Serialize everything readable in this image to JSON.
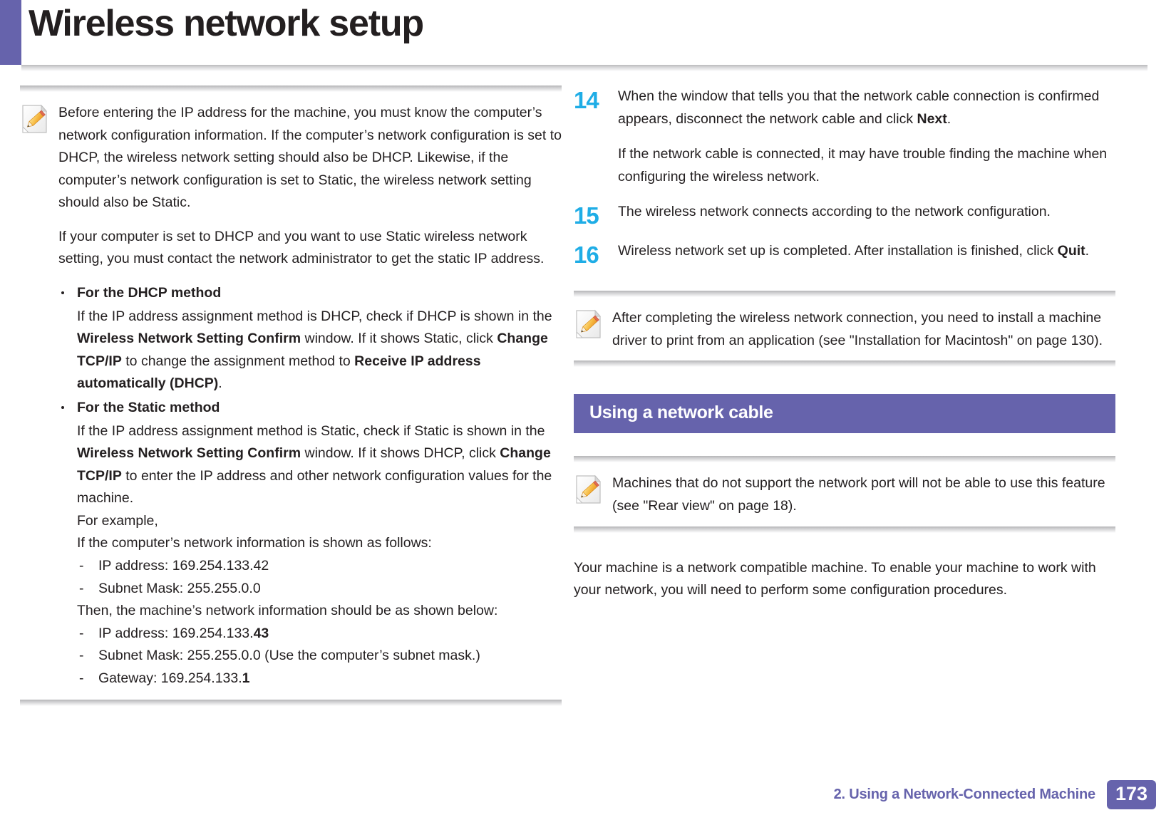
{
  "page": {
    "title": "Wireless network setup",
    "footer_label": "2.  Using a Network-Connected Machine",
    "footer_page": "173",
    "accent_purple": "#6663ac",
    "accent_cyan": "#1fade6"
  },
  "left_column": {
    "note": {
      "icon": "note-pencil-icon",
      "paragraph_1": "Before entering the IP address for the machine, you must know the computer’s network configuration information. If the computer’s network configuration is set to DHCP, the wireless network setting should also be DHCP. Likewise, if the computer’s network configuration is set to Static, the wireless network setting should also be Static.",
      "paragraph_2": "If your computer is set to DHCP and you want to use Static wireless network setting, you must contact the network administrator to get the static IP address.",
      "bullets": [
        {
          "heading": "For the DHCP method",
          "body_parts": [
            {
              "text": "If the IP address assignment method is DHCP, check if DHCP is shown in the ",
              "bold": false
            },
            {
              "text": "Wireless Network Setting Confirm",
              "bold": true
            },
            {
              "text": " window. If it shows Static, click ",
              "bold": false
            },
            {
              "text": "Change TCP/IP",
              "bold": true
            },
            {
              "text": " to change the assignment method to ",
              "bold": false
            },
            {
              "text": "Receive IP address automatically (DHCP)",
              "bold": true
            },
            {
              "text": ".",
              "bold": false
            }
          ]
        },
        {
          "heading": "For the Static method",
          "body_parts": [
            {
              "text": "If the IP address assignment method is Static, check if Static is shown in the ",
              "bold": false
            },
            {
              "text": "Wireless Network Setting Confirm",
              "bold": true
            },
            {
              "text": " window. If it shows DHCP, click ",
              "bold": false
            },
            {
              "text": "Change TCP/IP",
              "bold": true
            },
            {
              "text": " to enter the IP address and other network configuration values for the machine.",
              "bold": false
            }
          ]
        }
      ],
      "example_intro_1": "For example,",
      "example_intro_2": "If the computer’s network information is shown as follows:",
      "computer_values": [
        {
          "prefix": "IP address: 169.254.133.42",
          "bold_suffix": ""
        },
        {
          "prefix": "Subnet Mask: 255.255.0.0",
          "bold_suffix": ""
        }
      ],
      "machine_intro": "Then, the machine’s network information should be as shown below:",
      "machine_values": [
        {
          "prefix": "IP address: 169.254.133.",
          "bold_suffix": "43",
          "suffix": ""
        },
        {
          "prefix": "Subnet Mask: 255.255.0.0 (Use the computer’s subnet mask.)",
          "bold_suffix": "",
          "suffix": ""
        },
        {
          "prefix": "Gateway: 169.254.133.",
          "bold_suffix": "1",
          "suffix": ""
        }
      ]
    }
  },
  "right_column": {
    "steps": [
      {
        "number": "14",
        "parts": [
          {
            "text": "When the window that tells you that the network cable connection is confirmed appears, disconnect the network cable and click ",
            "bold": false
          },
          {
            "text": "Next",
            "bold": true
          },
          {
            "text": ".",
            "bold": false
          }
        ],
        "sub_paragraph": "If the network cable is connected, it may have trouble finding the machine when configuring the wireless network."
      },
      {
        "number": "15",
        "parts": [
          {
            "text": "The wireless network connects according to the network configuration.",
            "bold": false
          }
        ],
        "sub_paragraph": ""
      },
      {
        "number": "16",
        "parts": [
          {
            "text": "Wireless network set up is completed. After installation is finished, click ",
            "bold": false
          },
          {
            "text": "Quit",
            "bold": true
          },
          {
            "text": ".",
            "bold": false
          }
        ],
        "sub_paragraph": ""
      }
    ],
    "note_after_steps": {
      "icon": "note-pencil-icon",
      "text": "After completing the wireless network connection, you need to install a machine driver to print from an application (see \"Installation for Macintosh\" on page 130)."
    },
    "section_heading": "Using a network cable",
    "note_section": {
      "icon": "note-pencil-icon",
      "text": "Machines that do not support the network port will not be able to use this feature (see \"Rear view\" on page 18)."
    },
    "closing_paragraph": "Your machine is a network compatible machine. To enable your machine to work with your network, you will need to perform some configuration procedures."
  }
}
